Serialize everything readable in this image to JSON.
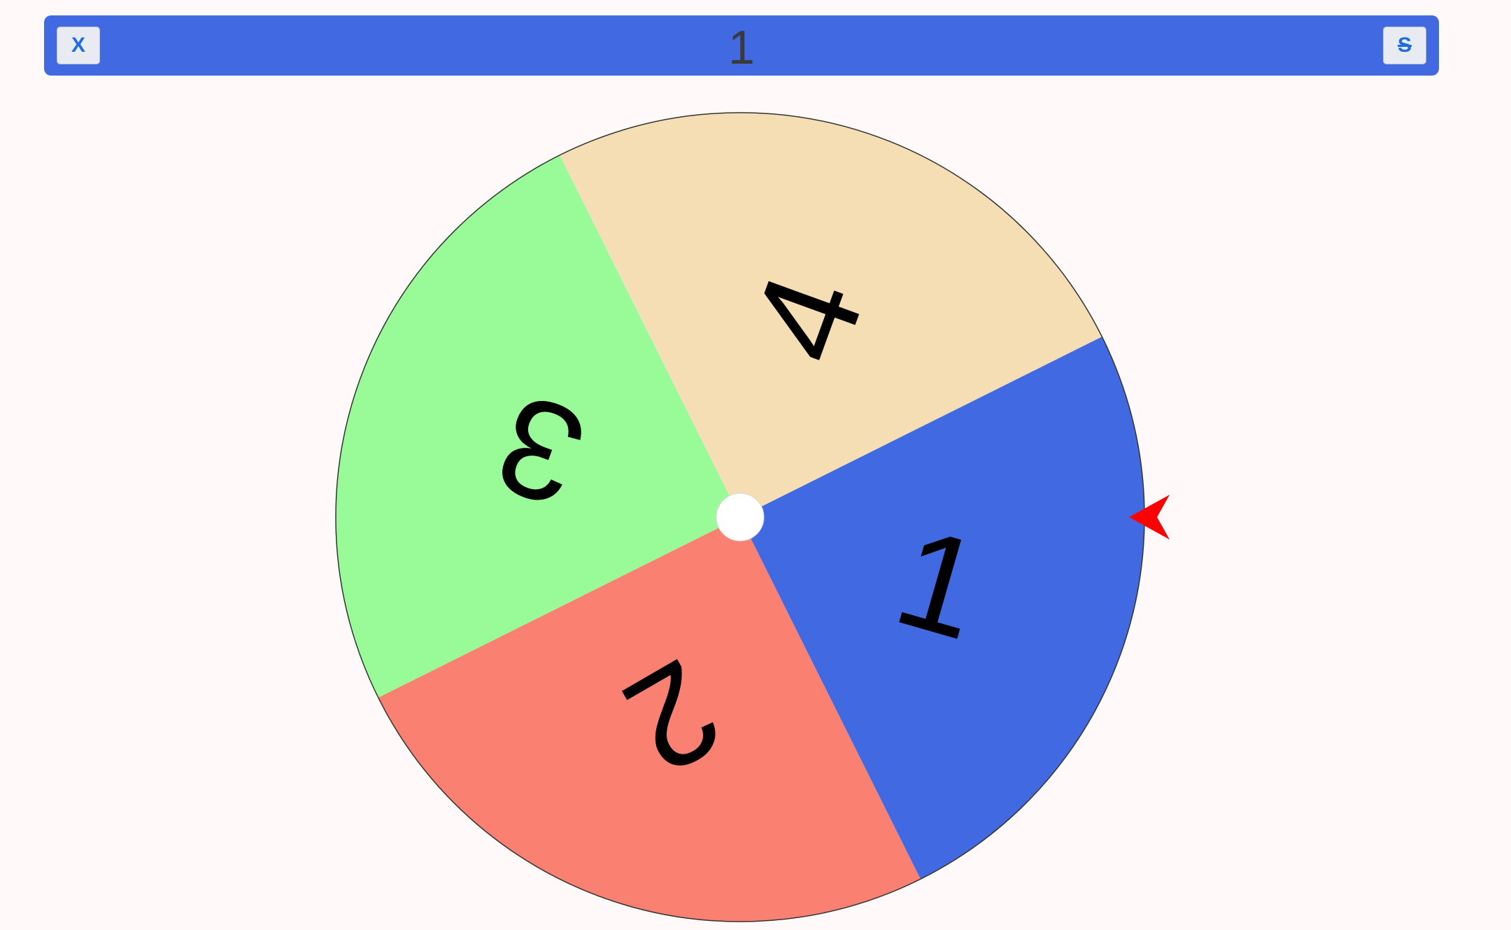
{
  "header": {
    "close_label": "X",
    "result": "1",
    "settings_label": "S",
    "bar_color": "#4169e1"
  },
  "wheel": {
    "segments": [
      {
        "label": "1",
        "color": "#4169e1"
      },
      {
        "label": "2",
        "color": "#fa8072"
      },
      {
        "label": "3",
        "color": "#98fb98"
      },
      {
        "label": "4",
        "color": "#f5deb3"
      }
    ],
    "pointer_color": "#ff0000",
    "hub_color": "#ffffff"
  }
}
